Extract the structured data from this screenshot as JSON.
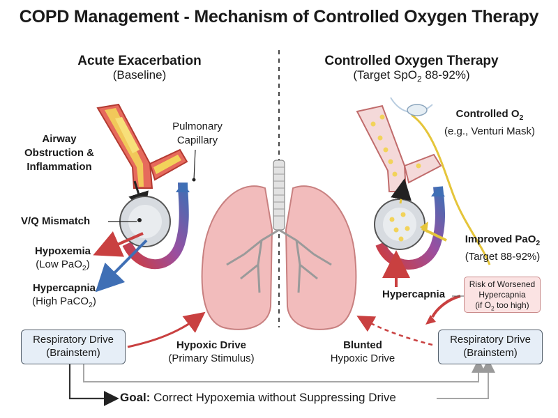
{
  "title": "COPD Management - Mechanism of Controlled Oxygen Therapy",
  "left_panel": {
    "header": "Acute Exacerbation",
    "subheader": "(Baseline)",
    "airway_label_1": "Airway",
    "airway_label_2": "Obstruction &",
    "airway_label_3": "Inflammation",
    "capillary_label_1": "Pulmonary",
    "capillary_label_2": "Capillary",
    "vq_label": "V/Q Mismatch",
    "hypoxemia_label": "Hypoxemia",
    "hypoxemia_sub_prefix": "(Low PaO",
    "hypoxemia_sub_suffix": ")",
    "hypercapnia_label": "Hypercapnia",
    "hypercapnia_sub_prefix": "(High PaCO",
    "hypercapnia_sub_suffix": ")",
    "drive_box_line1": "Respiratory Drive",
    "drive_box_line2": "(Brainstem)",
    "hypoxic_drive_label": "Hypoxic Drive",
    "hypoxic_drive_sub": "(Primary Stimulus)"
  },
  "right_panel": {
    "header": "Controlled Oxygen Therapy",
    "subheader_prefix": "(Target SpO",
    "subheader_suffix": " 88-92%)",
    "controlled_o2_prefix": "Controlled O",
    "controlled_o2_sub": "(e.g., Venturi Mask)",
    "improved_pao2_prefix": "Improved PaO",
    "improved_pao2_sub": "(Target 88-92%)",
    "hypercapnia_label": "Hypercapnia",
    "risk_line1": "Risk of Worsened",
    "risk_line2": "Hypercapnia",
    "risk_line3_prefix": "(if O",
    "risk_line3_suffix": " too high)",
    "blunted_label": "Blunted",
    "blunted_sub": "Hypoxic Drive",
    "drive_box_line1": "Respiratory Drive",
    "drive_box_line2": "(Brainstem)"
  },
  "footer": {
    "goal_label": "Goal:",
    "goal_text": " Correct Hypoxemia without Suppressing Drive"
  },
  "subscript_2": "2",
  "colors": {
    "airway_red": "#d9534f",
    "mucus_yellow": "#f2d35a",
    "alveolus_gray": "#d7dbe0",
    "vessel_blue": "#3f6fb5",
    "vessel_red": "#cf3b3b",
    "lung_pink": "#f2bcbc",
    "box_blue": "#e6eef7",
    "risk_pink": "#fbe3e3",
    "o2_tube_yellow": "#e5c53a"
  }
}
